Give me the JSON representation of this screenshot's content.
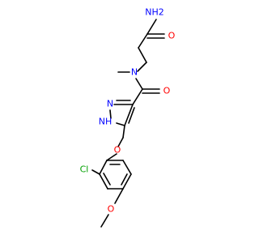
{
  "molecule": {
    "atoms": [
      {
        "id": "amide_nh2",
        "label": "NH2",
        "color": "#0000ff"
      },
      {
        "id": "amide_o1",
        "label": "O",
        "color": "#ff0000"
      },
      {
        "id": "n_methyl",
        "label": "N",
        "color": "#0000ff"
      },
      {
        "id": "amide_o2",
        "label": "O",
        "color": "#ff0000"
      },
      {
        "id": "pyrazole_n",
        "label": "N",
        "color": "#0000ff"
      },
      {
        "id": "pyrazole_nh",
        "label": "NH",
        "color": "#0000ff"
      },
      {
        "id": "ether_o",
        "label": "O",
        "color": "#ff0000"
      },
      {
        "id": "chloro",
        "label": "Cl",
        "color": "#00a000"
      },
      {
        "id": "methoxy_o",
        "label": "O",
        "color": "#ff0000"
      }
    ],
    "colors": {
      "bond": "#000000",
      "nitrogen": "#0000ff",
      "oxygen": "#ff0000",
      "chlorine": "#00a000"
    }
  }
}
